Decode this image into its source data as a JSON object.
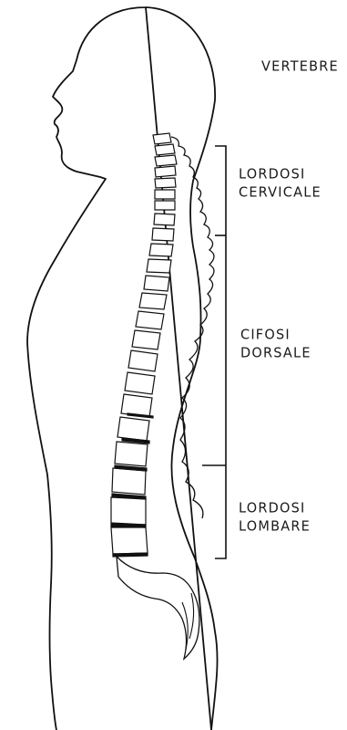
{
  "diagram": {
    "labels": {
      "vertebre": "VERTEBRE",
      "cervical": [
        "LORDOSI",
        "CERVICALE"
      ],
      "dorsal": [
        "CIFOSI",
        "DORSALE"
      ],
      "lumbar": [
        "LORDOSI",
        "LOMBARE"
      ]
    }
  }
}
